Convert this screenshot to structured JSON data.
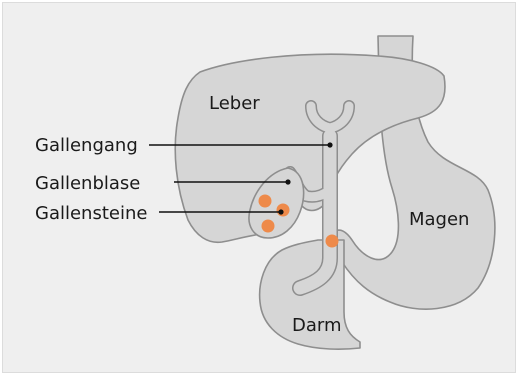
{
  "labels": {
    "liver": "Leber",
    "bile_duct": "Gallengang",
    "gallbladder": "Gallenblase",
    "gallstones": "Gallensteine",
    "stomach": "Magen",
    "intestine": "Darm"
  },
  "colors": {
    "background": "#efefef",
    "organ_fill": "#d6d6d6",
    "organ_outline": "#8e8e8e",
    "gallstone": "#ee8a4a",
    "leader_line": "#111111",
    "text": "#1a1a1a"
  }
}
